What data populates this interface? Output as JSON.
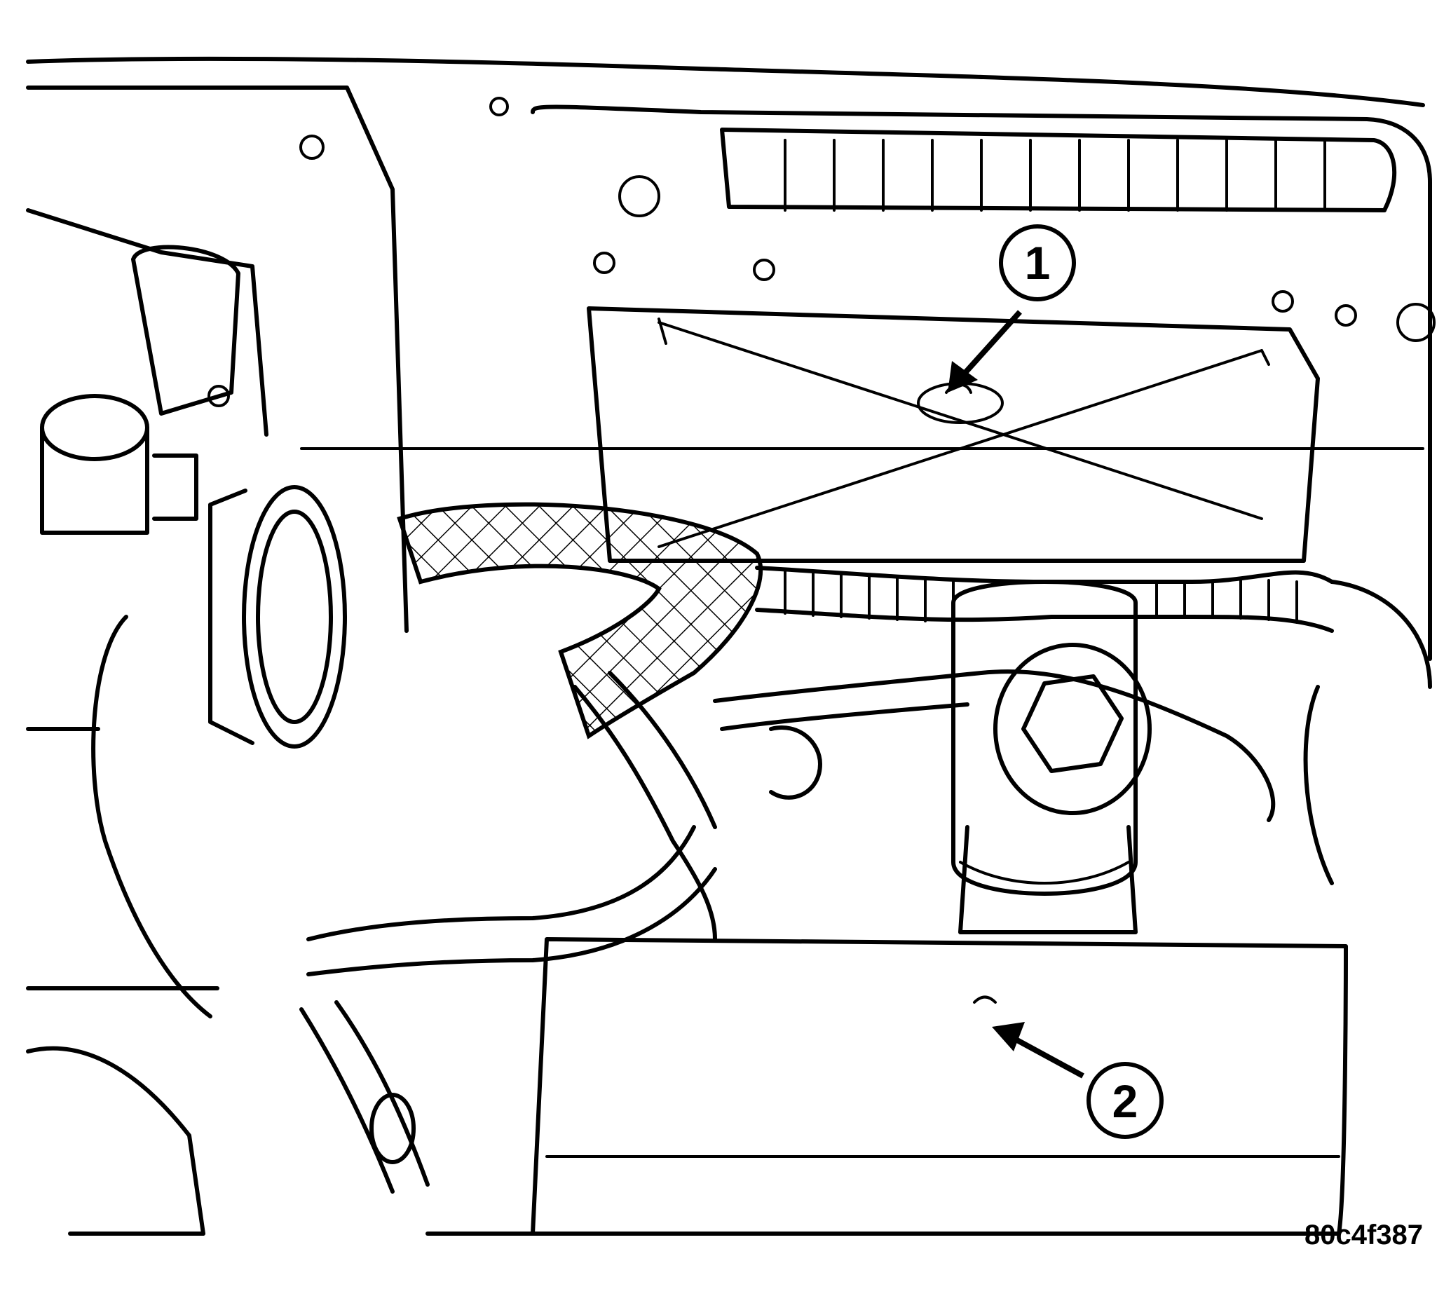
{
  "callouts": {
    "one": {
      "label": "1"
    },
    "two": {
      "label": "2"
    }
  },
  "figure_code": "80c4f387",
  "colors": {
    "ink": "#000000",
    "paper": "#ffffff"
  }
}
